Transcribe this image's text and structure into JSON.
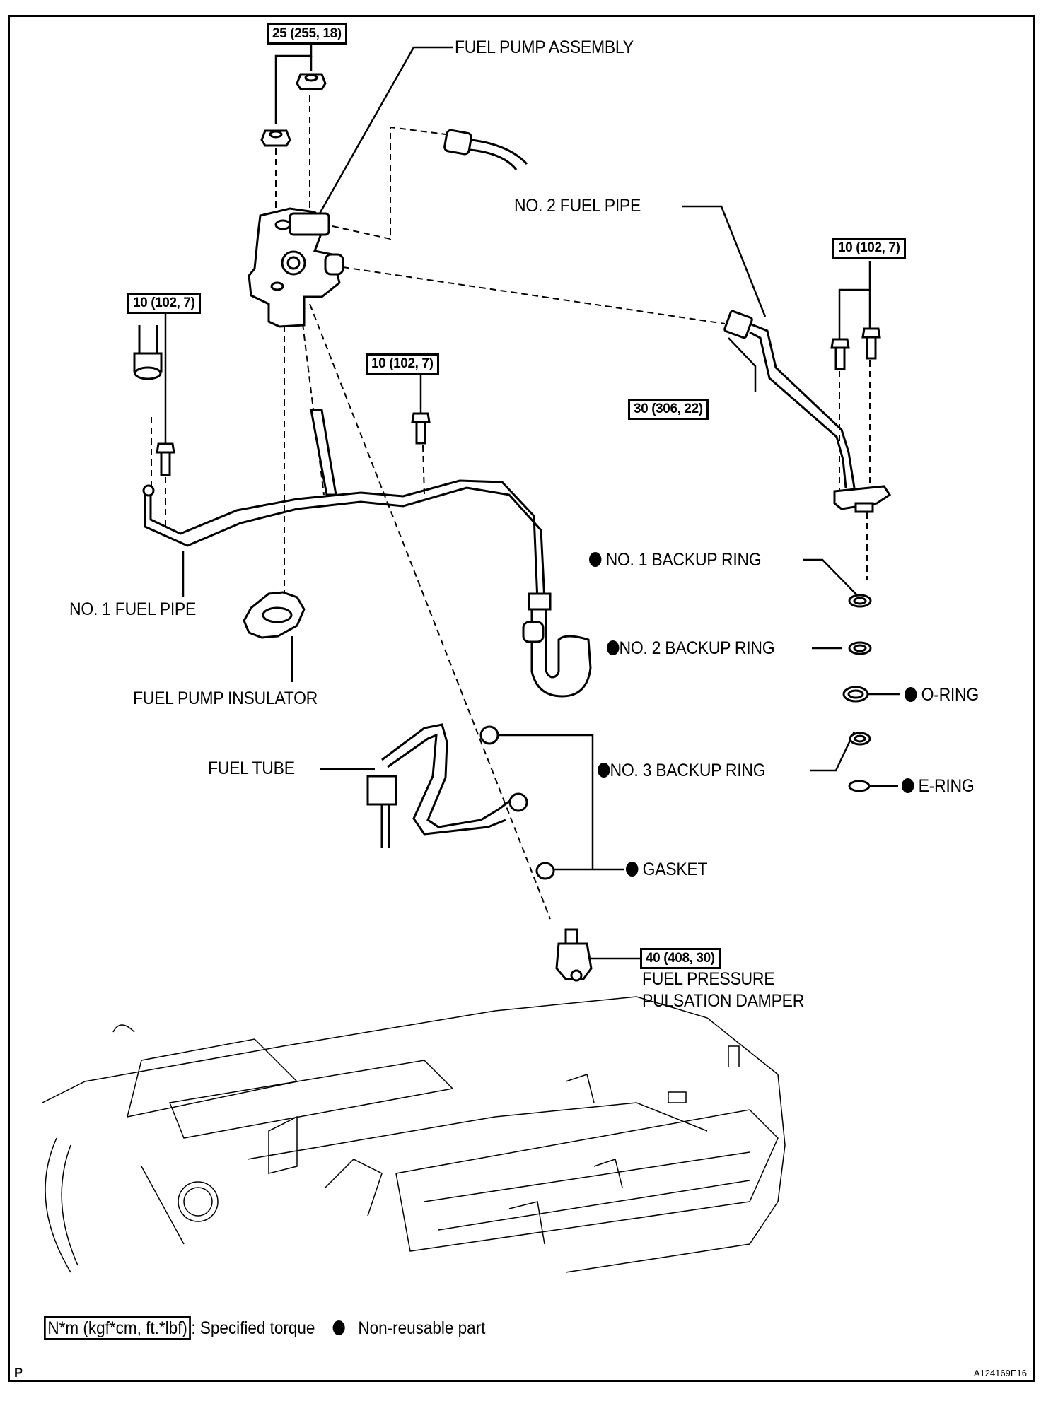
{
  "diagram": {
    "title": "Fuel pump assembly components (exploded view)",
    "parts": {
      "fuel_pump_assembly": "FUEL PUMP ASSEMBLY",
      "no2_fuel_pipe": "NO. 2 FUEL PIPE",
      "no1_fuel_pipe": "NO. 1 FUEL PIPE",
      "fuel_pump_insulator": "FUEL PUMP INSULATOR",
      "no1_backup_ring": "NO. 1 BACKUP RING",
      "no2_backup_ring": "NO. 2 BACKUP RING",
      "o_ring": "O-RING",
      "no3_backup_ring": "NO. 3 BACKUP RING",
      "e_ring": "E-RING",
      "fuel_tube": "FUEL TUBE",
      "gasket": "GASKET",
      "fuel_pressure_damper_line1": "FUEL PRESSURE",
      "fuel_pressure_damper_line2": "PULSATION DAMPER"
    },
    "non_reusable": [
      "no1_backup_ring",
      "no2_backup_ring",
      "o_ring",
      "no3_backup_ring",
      "e_ring",
      "gasket"
    ],
    "torques": {
      "pump_nuts": "25 (255, 18)",
      "no2_pipe_bolts": "10 (102, 7)",
      "no1_pipe_bolt_left": "10 (102, 7)",
      "no1_pipe_bolt_center": "10 (102, 7)",
      "no2_pipe_union": "30 (306, 22)",
      "damper": "40 (408, 30)"
    }
  },
  "legend": {
    "torque_units": "N*m (kgf*cm, ft.*lbf)",
    "torque_desc": ": Specified torque",
    "nonreusable_desc": "Non-reusable part"
  },
  "footer": {
    "section_mark": "P",
    "figure_id": "A124169E16"
  }
}
